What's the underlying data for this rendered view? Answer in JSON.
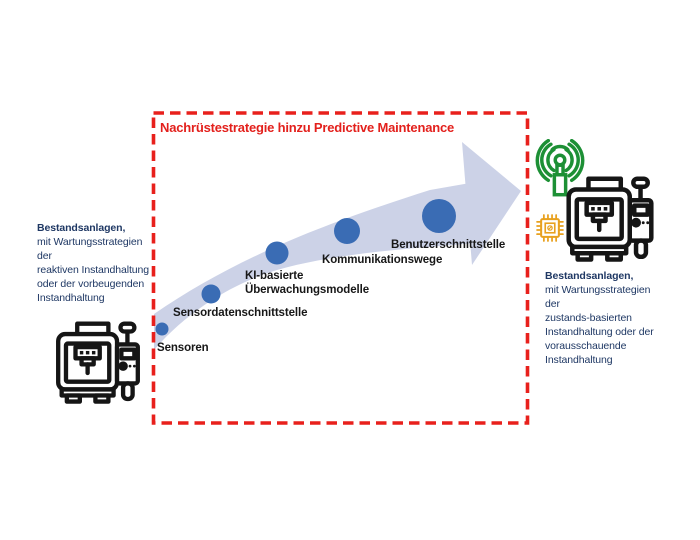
{
  "title": "Nachrüstestrategie hinzu Predictive Maintenance",
  "colors": {
    "accent_red": "#e3201c",
    "navy_text": "#1f3864",
    "circle_blue": "#3a6cb4",
    "arrow_fill": "#ccd2e7",
    "signal_green": "#1d9035",
    "chip_orange": "#e8a11f",
    "icon_black": "#151515"
  },
  "left_block": {
    "heading": "Bestandsanlagen,",
    "lines": [
      "mit Wartungsstrategien der",
      "reaktiven Instandhaltung",
      "oder der vorbeugenden",
      "Instandhaltung"
    ]
  },
  "right_block": {
    "heading": "Bestandsanlagen,",
    "lines": [
      "mit Wartungsstrategien der",
      "zustands-basierten",
      "Instandhaltung oder der",
      "vorausschauende",
      "Instandhaltung"
    ]
  },
  "steps": [
    {
      "label": "Sensoren"
    },
    {
      "label": "Sensordatenschnittstelle"
    },
    {
      "label": "KI-basierte\nÜberwachungsmodelle"
    },
    {
      "label": "Kommunikationswege"
    },
    {
      "label": "Benutzerschnittstelle"
    }
  ]
}
